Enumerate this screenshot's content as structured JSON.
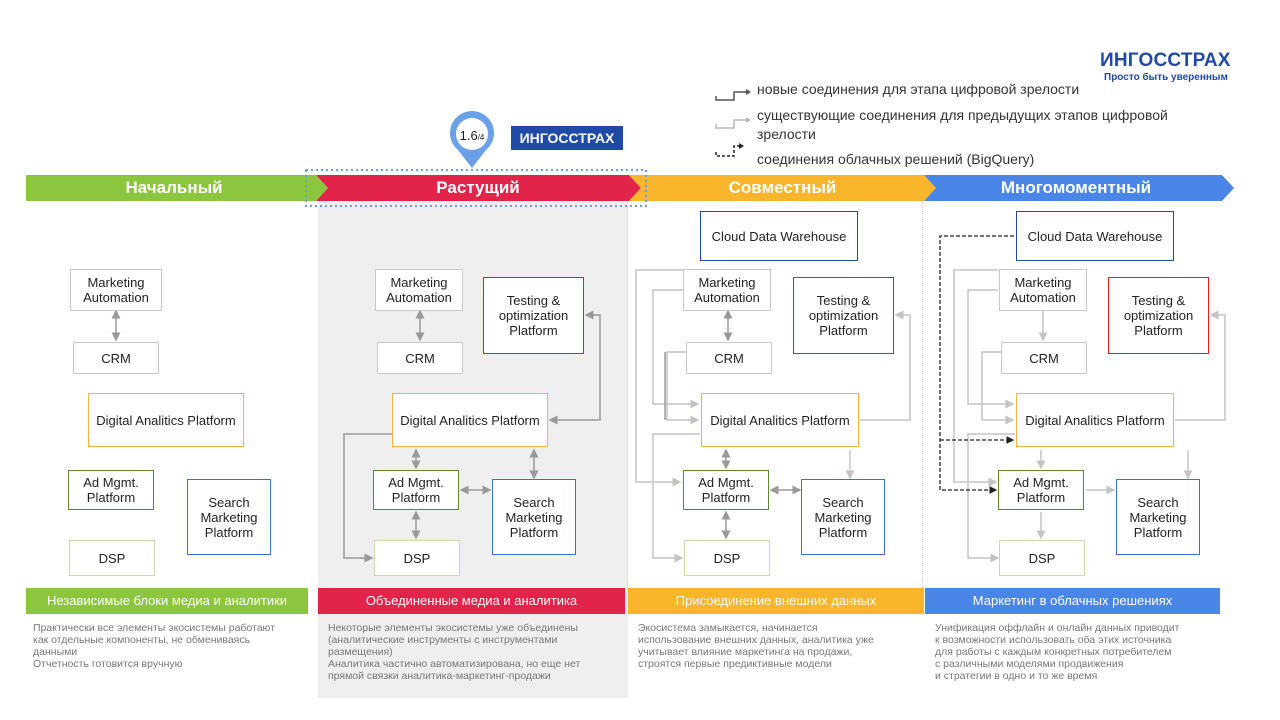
{
  "brand": {
    "name": "ИНГОССТРАХ",
    "tagline": "Просто быть уверенным",
    "color": "#1f4aa8"
  },
  "legend": {
    "new": "новые соединения для этапа цифровой зрелости",
    "existing": "существующие соединения для предыдущих этапов цифровой зрелости",
    "cloud": "соединения облачных решений (BigQuery)"
  },
  "marker": {
    "value": "1.6",
    "suffix": "/4",
    "badge": "ИНГОССТРАХ"
  },
  "stages": [
    {
      "label": "Начальный",
      "color": "#8cc63f"
    },
    {
      "label": "Растущий",
      "color": "#e2234a"
    },
    {
      "label": "Совместный",
      "color": "#f9b52b"
    },
    {
      "label": "Многомоментный",
      "color": "#4a86e8"
    }
  ],
  "boxes": {
    "marketing_automation": "Marketing Automation",
    "crm": "CRM",
    "digital_analytics": "Digital Analitics Platform",
    "ad_mgmt": "Ad Mgmt. Platform",
    "search_marketing": "Search Marketing Platform",
    "dsp": "DSP",
    "testing": "Testing & optimization Platform",
    "cloud_dwh": "Cloud Data Warehouse"
  },
  "captions": [
    {
      "label": "Независимые блоки медиа и аналитики",
      "color": "#8cc63f"
    },
    {
      "label": "Объединенные медиа и аналитика",
      "color": "#e2234a"
    },
    {
      "label": "Присоединение внешних данных",
      "color": "#f9b52b"
    },
    {
      "label": "Маркетинг в облачных решениях",
      "color": "#4a86e8"
    }
  ],
  "descriptions": [
    "Практически все элементы экосистемы работают\nкак отдельные компоненты, не обмениваясь\nданными\nОтчетность готовится вручную",
    "Некоторые элементы экосистемы уже объединены\n(аналитические инструменты с инструментами\nразмещения)\nАналитика частично автоматизирована, но еще нет\nпрямой связки аналитика-маркетинг-продажи",
    "Экосистема замыкается, начинается\nиспользование внешних данных, аналитика уже\nучитывает влияние маркетинга на продажи,\nстроятся первые предиктивные модели",
    "Унификация оффлайн и онлайн данных приводит\nк возможности использовать оба этих источника\nдля работы с каждым конкретных потребителем\nс различными моделями продвижения\nи стратегии в одно и то же время"
  ]
}
